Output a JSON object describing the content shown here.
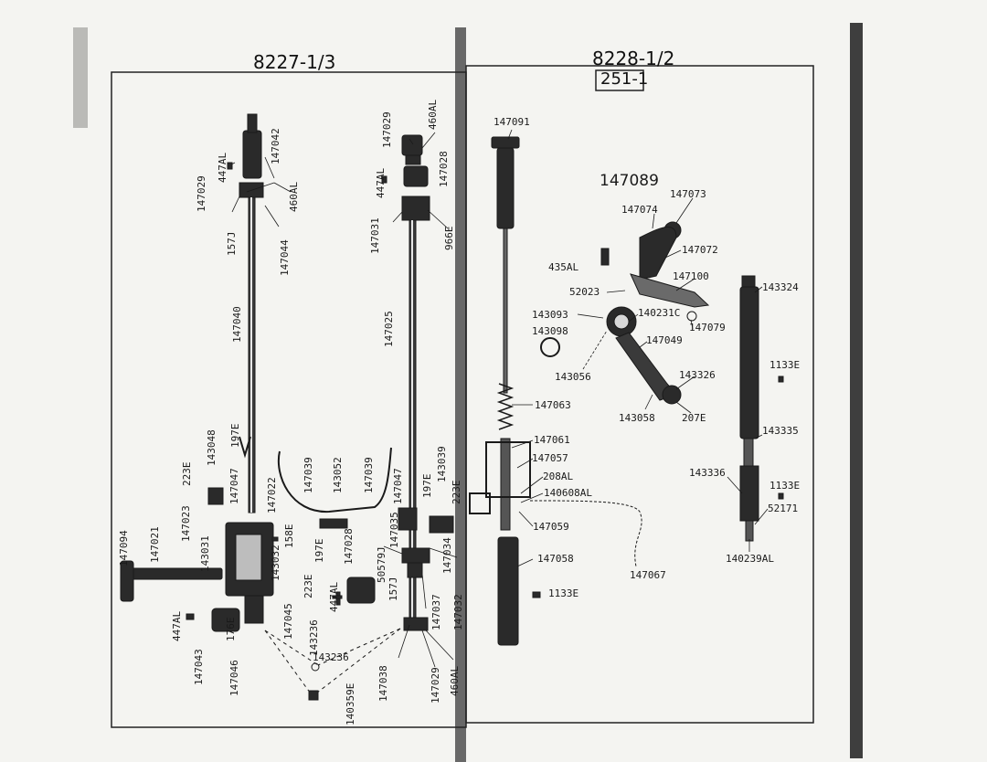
{
  "left_panel": {
    "header": "8227-1/3",
    "labels": {
      "l147042": "147042",
      "l447AL_a": "447AL",
      "l147029_a": "147029",
      "l460AL_a": "460AL",
      "l157J_a": "157J",
      "l147044": "147044",
      "l147040": "147040",
      "l143048": "143048",
      "l197E_a": "197E",
      "l223E_a": "223E",
      "l147047_a": "147047",
      "l147023": "147023",
      "l147022": "147022",
      "l143031": "143031",
      "l147021": "147021",
      "l147094": "147094",
      "l143032": "143032",
      "l158E": "158E",
      "l223E_b": "223E",
      "l447AL_b": "447AL",
      "l176E": "176E",
      "l147045": "147045",
      "l147043": "147043",
      "l147046": "147046",
      "l143236": "143236",
      "l143236b": "143236",
      "l147029_b": "147029",
      "l460AL_b": "460AL",
      "l447AL_c": "447AL",
      "l147028_a": "147028",
      "l147031": "147031",
      "l966E": "966E",
      "l147025": "147025",
      "l147039_a": "147039",
      "l143052": "143052",
      "l147039_b": "147039",
      "l147047_b": "147047",
      "l197E_b": "197E",
      "l143039": "143039",
      "l223E_c": "223E",
      "l147035": "147035",
      "l50579J": "50579J",
      "l147028_b": "147028",
      "l197E_c": "197E",
      "l157J_b": "157J",
      "l147034": "147034",
      "l147037": "147037",
      "l147032": "147032",
      "l447AL_d": "447AL",
      "l147038": "147038",
      "l147029_c": "147029",
      "l460AL_c": "460AL",
      "l140359E": "140359E"
    }
  },
  "right_panel": {
    "header": "8228-1/2",
    "subheader": "251-1",
    "title": "147089",
    "labels": {
      "l147091": "147091",
      "l147073": "147073",
      "l147074": "147074",
      "l147072": "147072",
      "l435AL": "435AL",
      "l147100": "147100",
      "l52023": "52023",
      "l143324": "143324",
      "l143093": "143093",
      "l140231C": "140231C",
      "l147079": "147079",
      "l143098": "143098",
      "l147049": "147049",
      "l1133E_a": "1133E",
      "l143056": "143056",
      "l143326": "143326",
      "l147063": "147063",
      "l143058": "143058",
      "l207E": "207E",
      "l143335": "143335",
      "l147061": "147061",
      "l147057": "147057",
      "l208AL": "208AL",
      "l143336": "143336",
      "l1133E_b": "1133E",
      "l140608AL": "140608AL",
      "l52171": "52171",
      "l147059": "147059",
      "l147058": "147058",
      "l140239AL": "140239AL",
      "l147067": "147067",
      "l1133E_c": "1133E"
    }
  }
}
